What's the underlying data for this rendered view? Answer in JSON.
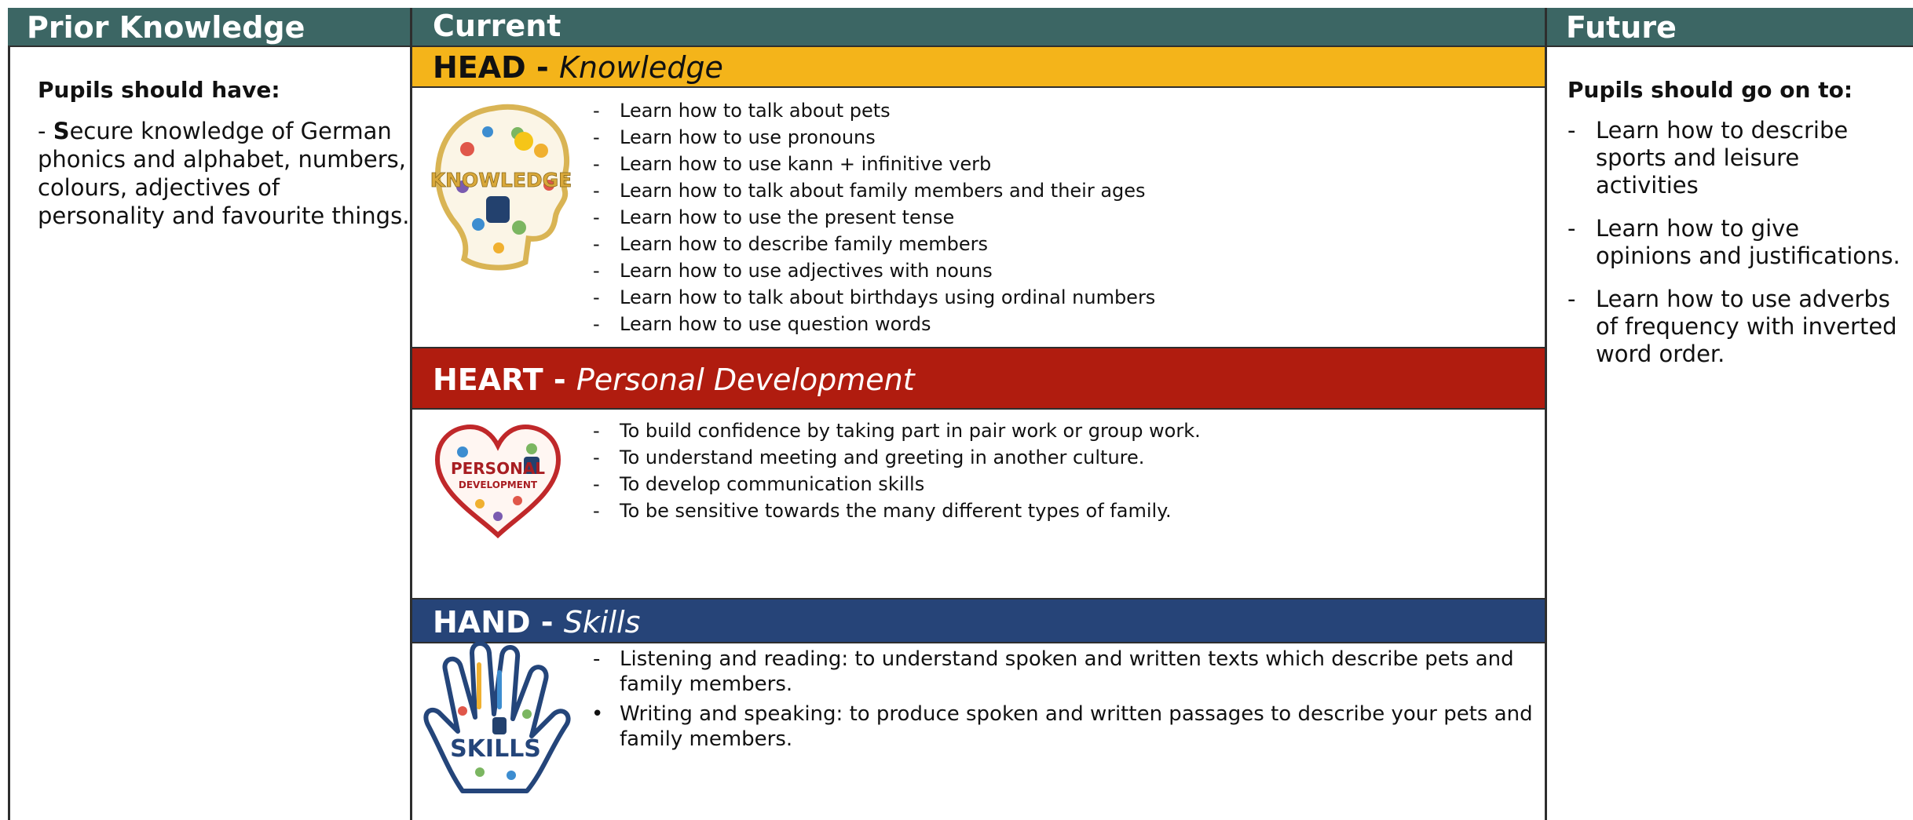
{
  "columns": {
    "prior": {
      "header": "Prior Knowledge",
      "title": "Pupils should have:",
      "text_lead": "- ",
      "text_bold": "S",
      "text_rest": "ecure knowledge of German phonics and alphabet, numbers, colours, adjectives of personality and favourite things."
    },
    "current": {
      "header": "Current"
    },
    "future": {
      "header": "Future",
      "title": "Pupils should go on to:",
      "items": [
        "Learn how to describe sports and leisure activities",
        "Learn how to give opinions and justifications.",
        "Learn how to use adverbs of frequency with inverted word order."
      ]
    }
  },
  "head": {
    "label_bold": "HEAD - ",
    "label_italic": "Knowledge",
    "image_text": "KNOWLEDGE",
    "items": [
      "Learn how to talk about pets",
      "Learn how to use pronouns",
      "Learn how to use kann + infinitive verb",
      "Learn how to talk about family members and their ages",
      "Learn how to use the present tense",
      "Learn how to describe family members",
      "Learn how to use adjectives with nouns",
      "Learn how to talk about birthdays using ordinal numbers",
      "Learn how to use question words"
    ]
  },
  "heart": {
    "label_bold": "HEART - ",
    "label_italic": "Personal Development",
    "image_text_1": "PERSONAL",
    "image_text_2": "DEVELOPMENT",
    "items": [
      "To build confidence by taking part in pair work or group work.",
      "To understand meeting and greeting in another culture.",
      "To develop communication skills",
      "To be sensitive towards the many different types of family."
    ]
  },
  "hand": {
    "label_bold": "HAND - ",
    "label_italic": "Skills",
    "image_text": "SKILLS",
    "items": [
      "Listening and reading: to understand spoken and written texts which describe pets and family members.",
      "Writing and speaking: to produce spoken and written passages to describe your pets and family members."
    ]
  },
  "colors": {
    "column_header": "#3c6664",
    "head_band": "#f4b41a",
    "heart_band": "#b01c0f",
    "hand_band": "#264478"
  },
  "icons": [
    "knowledge-head-icon",
    "personal-development-heart-icon",
    "skills-hand-icon"
  ]
}
